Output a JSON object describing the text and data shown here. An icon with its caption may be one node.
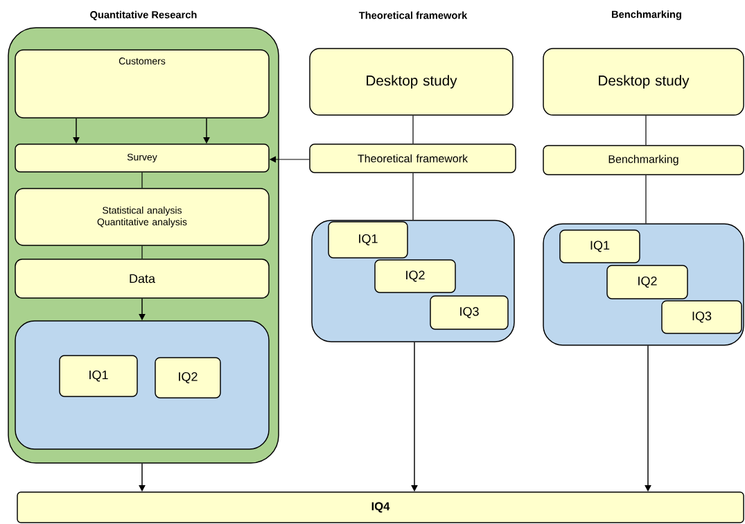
{
  "diagram": {
    "nodes": [
      {
        "text": [
          "Quantitative Research"
        ]
      },
      {
        "text": [
          "Customers"
        ],
        "in": 0
      },
      {
        "text": [
          "Survey"
        ],
        "in": 0
      },
      {
        "text": [
          "Statistical analysis Quantitative analysis"
        ],
        "in": 0
      },
      {
        "text": [
          "Data"
        ],
        "in": 0
      },
      {
        "text": [],
        "shape": "box",
        "in": 0
      },
      {
        "text": [
          "IQ1"
        ],
        "in": 5
      },
      {
        "text": [
          "IQ2"
        ],
        "in": 5
      },
      {
        "text": [
          "Desktop study"
        ]
      },
      {
        "text": [
          "Theoretical framework"
        ]
      },
      {
        "text": [],
        "shape": "box"
      },
      {
        "text": [
          "IQ1"
        ],
        "in": 10
      },
      {
        "text": [
          "IQ2"
        ],
        "in": 10
      },
      {
        "text": [
          "IQ3"
        ],
        "in": 10
      },
      {
        "text": [
          "Desktop study"
        ]
      },
      {
        "text": [
          "Benchmarking"
        ]
      },
      {
        "text": [],
        "shape": "box"
      },
      {
        "text": [
          "IQ1"
        ],
        "in": 16
      },
      {
        "text": [
          "IQ2"
        ],
        "in": 16
      },
      {
        "text": [
          "IQ3"
        ],
        "in": 16
      },
      {
        "text": [
          "IQ4"
        ]
      }
    ],
    "edges": [
      {
        "from": 1,
        "to": 2,
        "arrow": "to"
      },
      {
        "from": 1,
        "to": 2,
        "arrow": "to"
      },
      {
        "from": 2,
        "to": 3,
        "arrow": "none"
      },
      {
        "from": 3,
        "to": 4,
        "arrow": "none"
      },
      {
        "from": 4,
        "to": 5,
        "arrow": "to"
      },
      {
        "from": 9,
        "to": 2,
        "arrow": "to"
      },
      {
        "from": 8,
        "to": 9,
        "arrow": "none"
      },
      {
        "from": 9,
        "to": 10,
        "arrow": "none"
      },
      {
        "from": 14,
        "to": 15,
        "arrow": "none"
      },
      {
        "from": 15,
        "to": 16,
        "arrow": "none"
      },
      {
        "from": 0,
        "to": 20,
        "arrow": "to"
      },
      {
        "from": 10,
        "to": 20,
        "arrow": "to"
      },
      {
        "from": 16,
        "to": 20,
        "arrow": "to"
      }
    ],
    "labels": [
      "Theoretical framework",
      "Benchmarking"
    ]
  }
}
